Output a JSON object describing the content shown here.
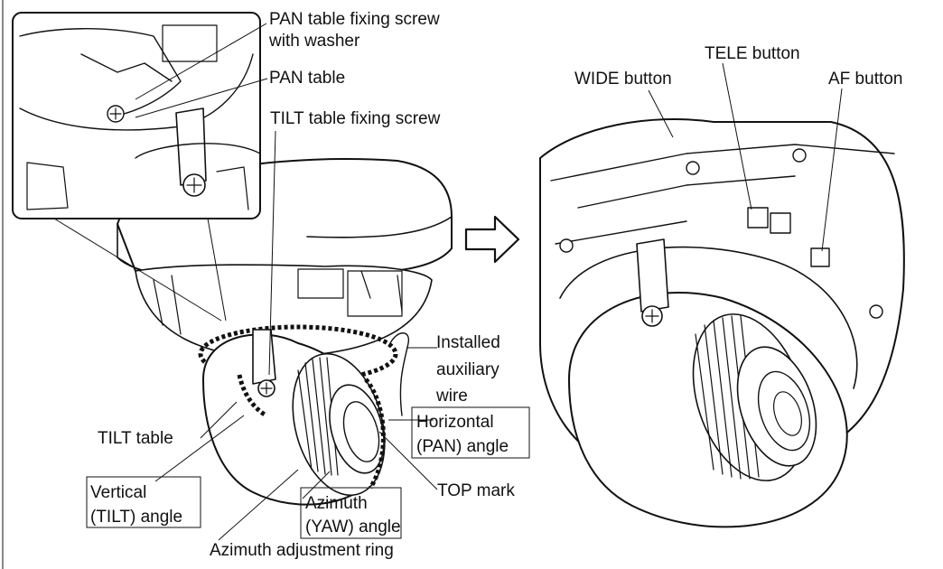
{
  "labels": {
    "pan_fixing_screw_1": "PAN table fixing screw",
    "pan_fixing_screw_2": "with washer",
    "pan_table": "PAN table",
    "tilt_fixing_screw": "TILT table fixing screw",
    "wide_button": "WIDE button",
    "tele_button": "TELE button",
    "af_button": "AF button",
    "installed_aux_wire_1": "Installed",
    "installed_aux_wire_2": "auxiliary",
    "installed_aux_wire_3": "wire",
    "horizontal_angle_1": "Horizontal",
    "horizontal_angle_2": "(PAN) angle",
    "tilt_table": "TILT table",
    "top_mark": "TOP mark",
    "vertical_angle_1": "Vertical",
    "vertical_angle_2": "(TILT) angle",
    "azimuth_angle_1": "Azimuth",
    "azimuth_angle_2": "(YAW) angle",
    "azimuth_ring": "Azimuth adjustment ring"
  },
  "icons": [
    "right-arrow-icon"
  ],
  "colors": {
    "ink": "#111111",
    "background": "#ffffff"
  }
}
